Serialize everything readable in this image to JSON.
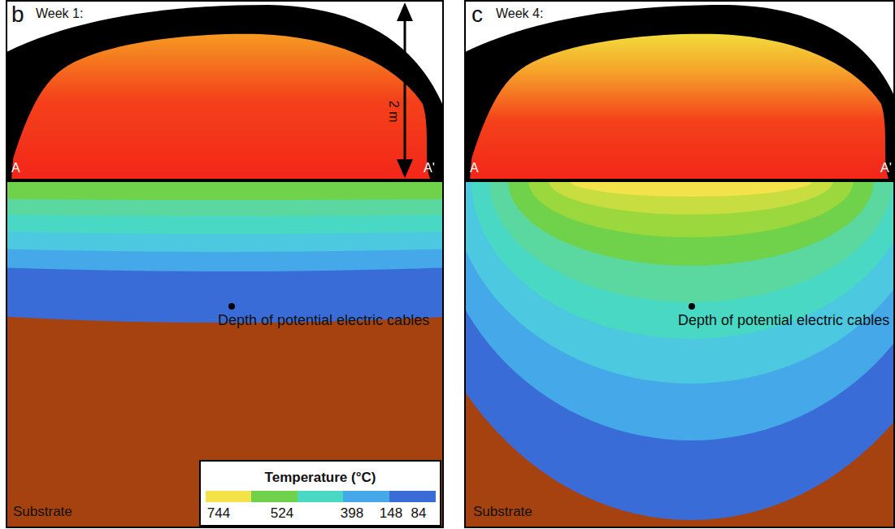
{
  "diagram": {
    "labels": [
      "b",
      "Week 1:",
      "2 m",
      "A",
      "A'",
      "Depth of potential electric cables",
      "Substrate",
      "Temperature (°C)",
      "c",
      "Week 4:",
      "A",
      "A'",
      "Depth of potential electric cables",
      "Substrate"
    ],
    "legend": [
      {
        "text": "744",
        "color": "#f3e24a"
      },
      {
        "text": "524",
        "color": "#6fd24a"
      },
      {
        "text": "398",
        "color": "#48d8c4"
      },
      {
        "text": "148",
        "color": "#45a8e8"
      },
      {
        "text": "84",
        "color": "#3a6cd8"
      }
    ]
  }
}
